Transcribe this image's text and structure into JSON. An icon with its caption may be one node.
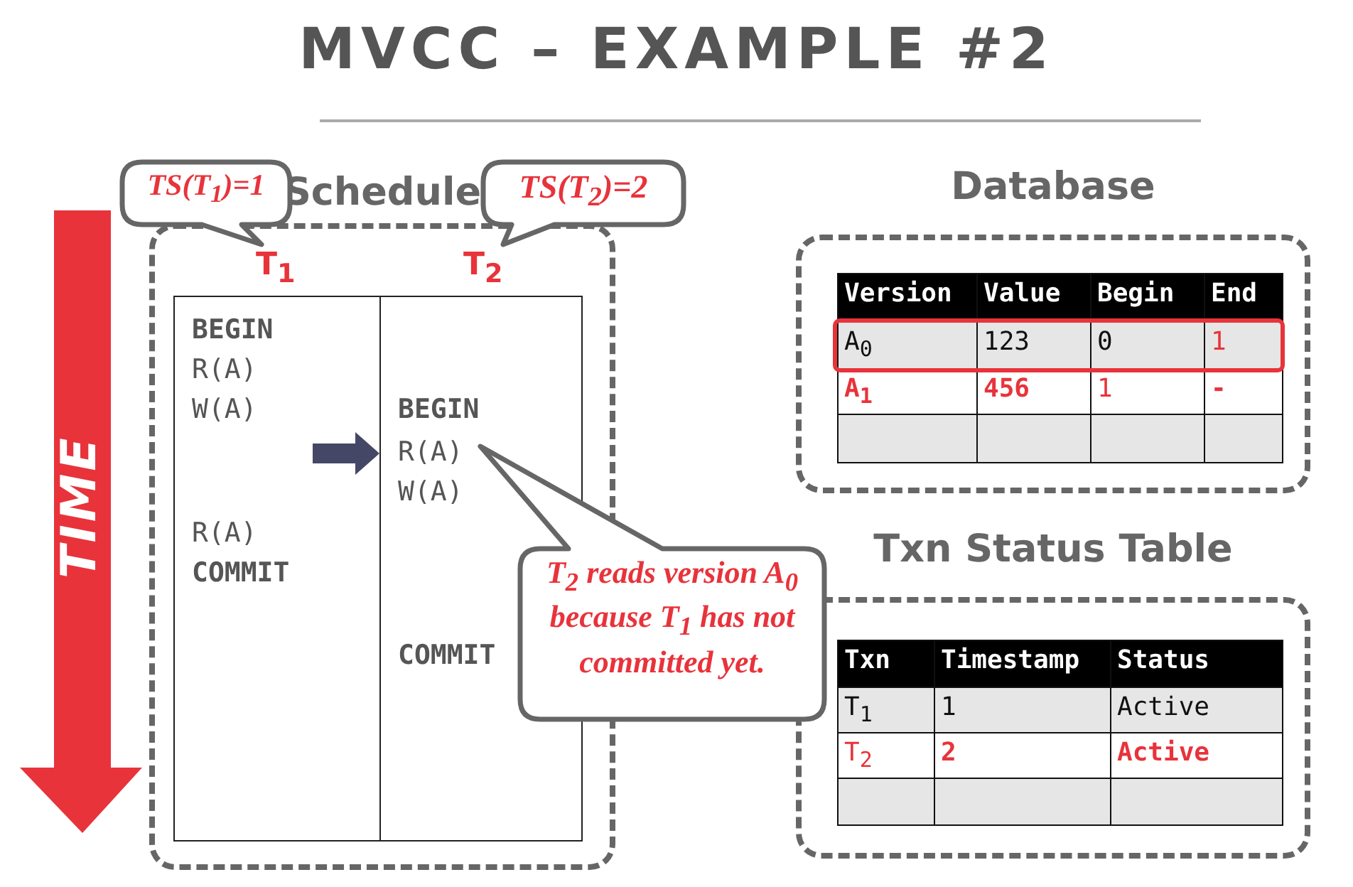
{
  "diagram": {
    "title": "MVCC – EXAMPLE #2",
    "nodes": [
      {
        "text": [
          "Schedule"
        ]
      },
      {
        "text": [
          "BEGIN",
          "R(A)",
          "W(A)",
          "R(A)",
          "COMMIT"
        ],
        "in": 0
      },
      {
        "text": [
          "BEGIN",
          "R(A)",
          "W(A)",
          "COMMIT"
        ],
        "in": 0
      },
      {
        "text": [
          "TS(T$_{1}$)=1"
        ]
      },
      {
        "text": [
          "TS(T$_{2}$)=2"
        ]
      },
      {
        "text": [
          "T$_{2}$ reads version A$_{0}$ because T$_{1}$ has not committed yet."
        ]
      },
      {
        "text": [
          "Database"
        ]
      },
      {
        "text": [
          "Txn Status Table"
        ]
      }
    ],
    "edges": [
      {
        "from": 1,
        "to": 2,
        "arrow": "to"
      }
    ],
    "labels": [
      "T$_{1}$",
      "T$_{2}$",
      "TIME",
      "Version",
      "Value",
      "Begin",
      "End",
      "A$_{0}$",
      "123",
      "0",
      "1",
      "A$_{1}$",
      "456",
      "1",
      "-",
      "Txn",
      "Timestamp",
      "Status",
      "T$_{1}$",
      "1",
      "Active",
      "T$_{2}$",
      "2",
      "Active"
    ]
  }
}
